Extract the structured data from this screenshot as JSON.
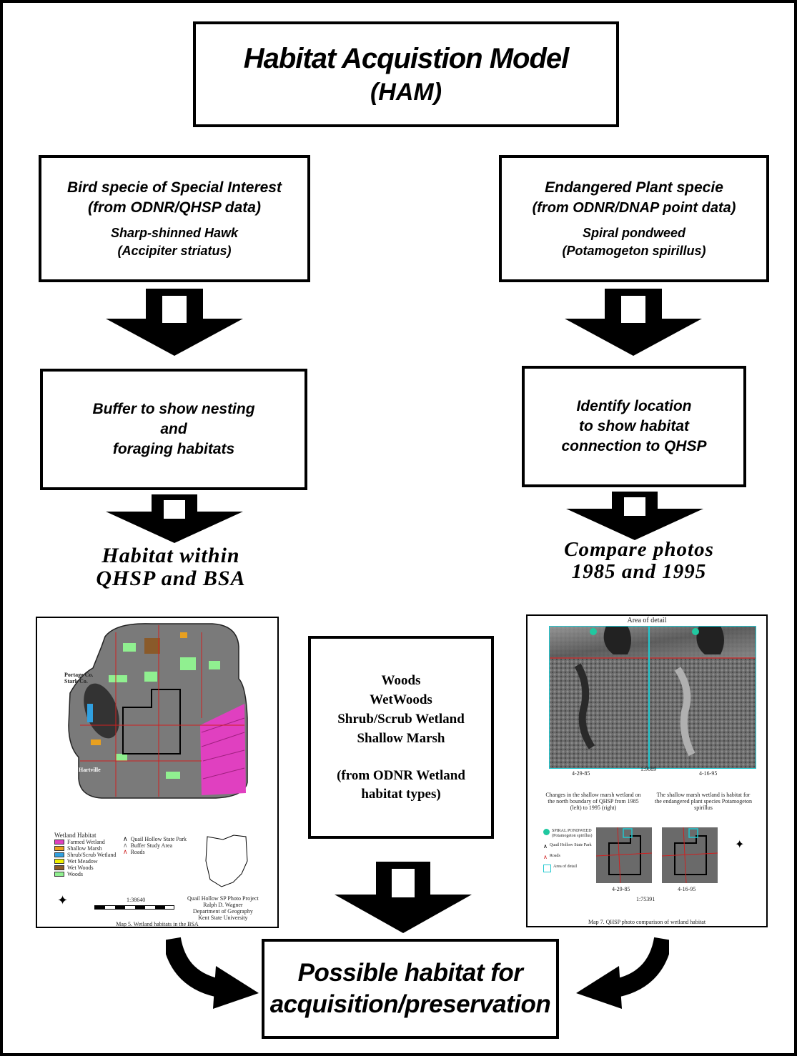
{
  "title": {
    "main": "Habitat Acquistion Model",
    "sub": "(HAM)"
  },
  "left_top": {
    "line1": "Bird specie of Special Interest",
    "line2": "(from ODNR/QHSP data)",
    "line3": "Sharp-shinned Hawk",
    "line4": "(Accipiter striatus)"
  },
  "right_top": {
    "line1": "Endangered Plant specie",
    "line2": "(from ODNR/DNAP point data)",
    "line3": "Spiral pondweed",
    "line4": "(Potamogeton spirillus)"
  },
  "left_mid": {
    "line1": "Buffer to show nesting",
    "line2": "and",
    "line3": "foraging habitats"
  },
  "right_mid": {
    "line1": "Identify location",
    "line2": "to show habitat",
    "line3": "connection to QHSP"
  },
  "left_result": {
    "line1": "Habitat within",
    "line2": "QHSP and BSA"
  },
  "right_result": {
    "line1": "Compare photos",
    "line2": "1985 and 1995"
  },
  "center_box": {
    "items": [
      "Woods",
      "WetWoods",
      "Shrub/Scrub Wetland",
      "Shallow Marsh"
    ],
    "source1": "(from ODNR Wetland",
    "source2": "habitat types)"
  },
  "bottom_box": {
    "line1": "Possible habitat for",
    "line2": "acquisition/preservation"
  },
  "left_map": {
    "label_portage": "Portage Co.",
    "label_stark": "Stark Co.",
    "label_town": "Hartville",
    "legend_title": "Wetland Habitat",
    "legend_items": [
      {
        "label": "Farmed Wetland",
        "color": "#e040c0"
      },
      {
        "label": "Shallow Marsh",
        "color": "#e8a020"
      },
      {
        "label": "Shrub/Scrub Wetland",
        "color": "#30a0e0"
      },
      {
        "label": "Wet Meadow",
        "color": "#f0f000"
      },
      {
        "label": "Wet Woods",
        "color": "#8a5a2a"
      },
      {
        "label": "Woods",
        "color": "#90f090"
      }
    ],
    "line_items": [
      "Quail Hollow State Park",
      "Buffer Study Area",
      "Roads"
    ],
    "scale": "1:38640",
    "credit1": "Quail Hollow SP Photo Project",
    "credit2": "Ralph D. Wagner",
    "credit3": "Department of Geography",
    "credit4": "Kent State University",
    "caption": "Map 5. Wetland habitats in the BSA"
  },
  "right_map": {
    "top_title": "Area of detail",
    "date_left": "4-29-85",
    "date_right": "4-16-95",
    "scale": "1:9089",
    "caption_left": "Changes in the shallow marsh wetland on the north boundary of QHSP from 1985 (left) to 1995 (right)",
    "caption_right": "The shallow marsh wetland is habitat for the endangered plant species Potamogeton spirillus",
    "legend": [
      "SPIRAL PONDWEED (Potamogeton spirillus)",
      "Quail Hollow State Park",
      "Roads",
      "Area of detail"
    ],
    "scale2": "1:75391",
    "caption": "Map 7. QHSP photo comparison of wetland habitat"
  },
  "colors": {
    "ink": "#000000",
    "paper": "#ffffff",
    "park_fill": "#7a7a7a",
    "cyan": "#20c8d0"
  }
}
